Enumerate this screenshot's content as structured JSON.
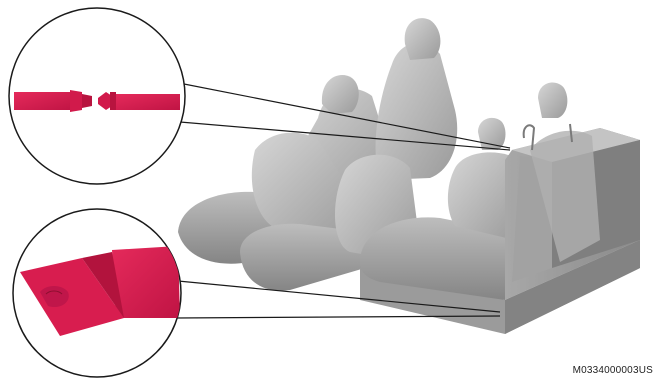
{
  "figure": {
    "code": "M0334000003US"
  },
  "callouts": [
    {
      "name": "seat-belt-buckle-detail",
      "icon": "seatbelt-buckle-icon"
    },
    {
      "name": "floor-mat-detail",
      "icon": "floor-mat-icon"
    }
  ],
  "colors": {
    "accent": "#e0194f",
    "seat_gray": "#b4b4b4",
    "outline": "#1a1a1a"
  }
}
